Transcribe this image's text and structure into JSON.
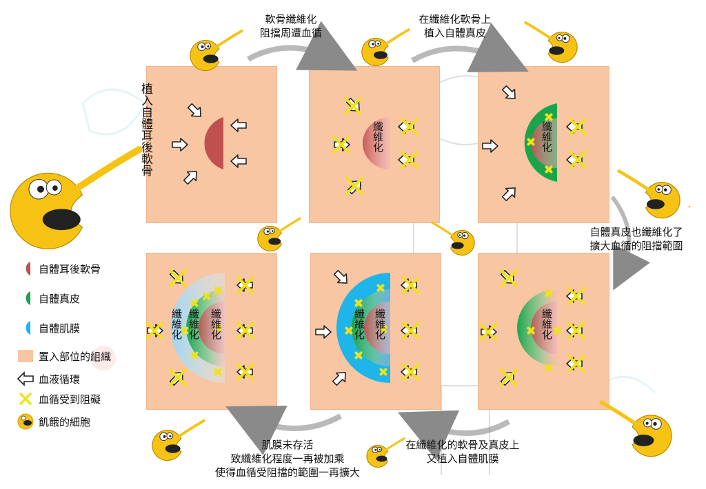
{
  "captions": {
    "top_left": "軟骨纖維化\n阻擋周遭血循",
    "top_right": "在纖維化軟骨上\n植入自體真皮",
    "right": "自體真皮也纖維化了\n擴大血循的阻擋範圍",
    "bottom_left": "肌膜未存活\n致纖維化程度一再被加乘\n使得血循受阻擋的範圍一再擴大",
    "bottom_right": "在纖維化的軟骨及真皮上\n又植入自體肌膜"
  },
  "vertical_label": "植入自體耳後軟骨",
  "fibrosis_label": "纖維化",
  "legend": [
    {
      "name": "cartilage",
      "label": "自體耳後軟骨",
      "color": "#c0504d"
    },
    {
      "name": "dermis",
      "label": "自體真皮",
      "color": "#1aa54c"
    },
    {
      "name": "fascia",
      "label": "自體肌膜",
      "color": "#1fb4ea"
    },
    {
      "name": "implant-tissue",
      "label": "置入部位的組織",
      "color": "#f8c6a2"
    },
    {
      "name": "blood-flow",
      "label": "血液循環",
      "icon": "outline-arrow-icon"
    },
    {
      "name": "blocked",
      "label": "血循受到阻礙",
      "icon": "yellow-x-icon",
      "color": "#f1e51a"
    },
    {
      "name": "hungry-cell",
      "label": "飢餓的細胞",
      "icon": "hungry-cell-icon",
      "color": "#f6c315"
    }
  ],
  "colors": {
    "arrow_fill": "#ffffff",
    "arrow_stroke": "#222222",
    "x_color": "#efe21a",
    "cell_yellow": "#f6c315",
    "flow_arrow": "#888888"
  }
}
